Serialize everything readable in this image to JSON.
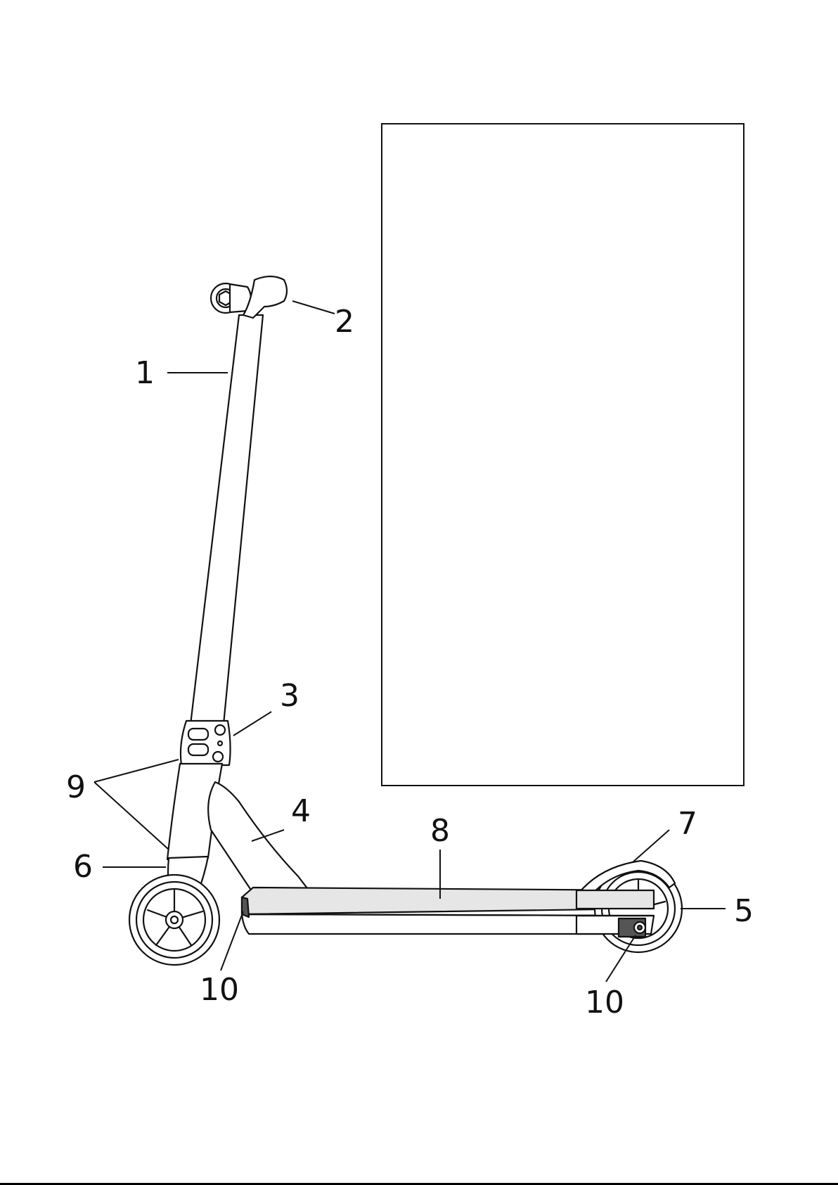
{
  "labels": {
    "l1": "1",
    "l2": "2",
    "l3": "3",
    "l4": "4",
    "l5": "5",
    "l6": "6",
    "l7": "7",
    "l8": "8",
    "l9": "9",
    "l10a": "10",
    "l10b": "10"
  },
  "colors": {
    "line": "#111111",
    "deck_fill": "#e6e6e6",
    "clamp_fill": "#ffffff",
    "axle_block": "#555555"
  }
}
